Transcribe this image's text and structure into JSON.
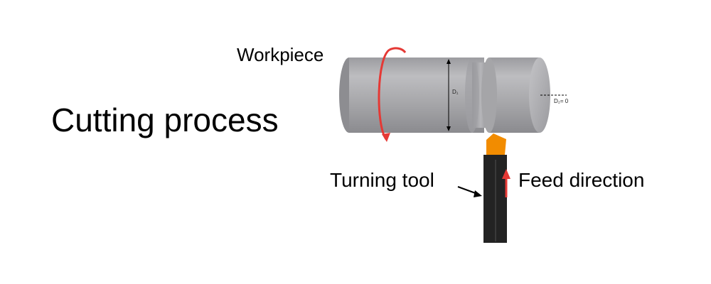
{
  "title": "Cutting process",
  "labels": {
    "workpiece": "Workpiece",
    "turning_tool": "Turning tool",
    "feed_direction": "Feed direction",
    "d1": "D₁",
    "d2": "D₂= 0"
  },
  "colors": {
    "rotation_arrow": "#e53935",
    "feed_arrow": "#e53935",
    "tool_tip": "#f28c00",
    "tool_body": "#222222",
    "workpiece": "#a9a9ac"
  },
  "icons": [
    "rotation-arrow-icon",
    "feed-arrow-icon",
    "pointer-arrow-icon"
  ]
}
